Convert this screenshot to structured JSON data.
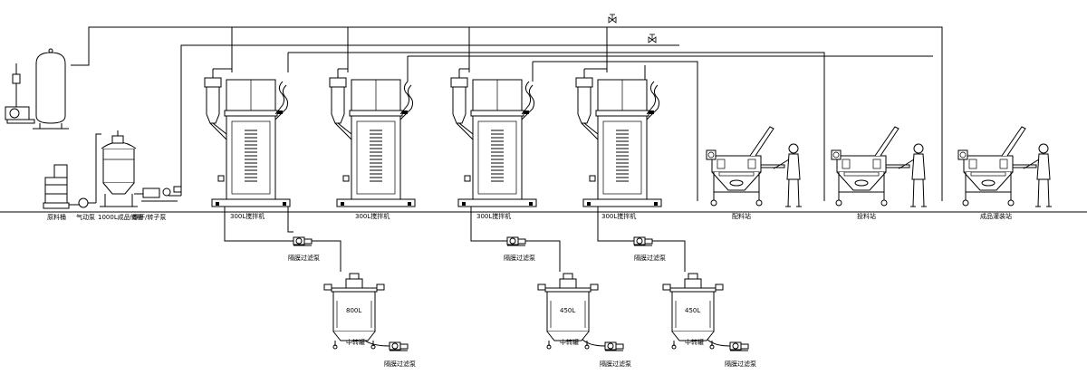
{
  "labels": {
    "raw_tank": "原料桶",
    "pneumatic_pump": "气动泵",
    "mix_tank": "1000L成品储槽",
    "screw_pump": "螺杆/转子泵",
    "mixer_1": "300L搅拌机",
    "mixer_2": "300L搅拌机",
    "mixer_3": "300L搅拌机",
    "mixer_4": "300L搅拌机",
    "station_1": "配料站",
    "station_2": "投料站",
    "station_3": "成品灌装站",
    "filter_1": "隔膜过滤泵",
    "filter_2": "隔膜过滤泵",
    "filter_3": "隔膜过滤泵",
    "filter_4": "隔膜过滤泵",
    "filter_5": "隔膜过滤泵",
    "filter_6": "隔膜过滤泵",
    "tank_a_volume": "800L",
    "tank_b_volume": "450L",
    "tank_c_volume": "450L",
    "tank_a_name": "中转罐",
    "tank_b_name": "中转罐",
    "tank_c_name": "中转罐"
  }
}
